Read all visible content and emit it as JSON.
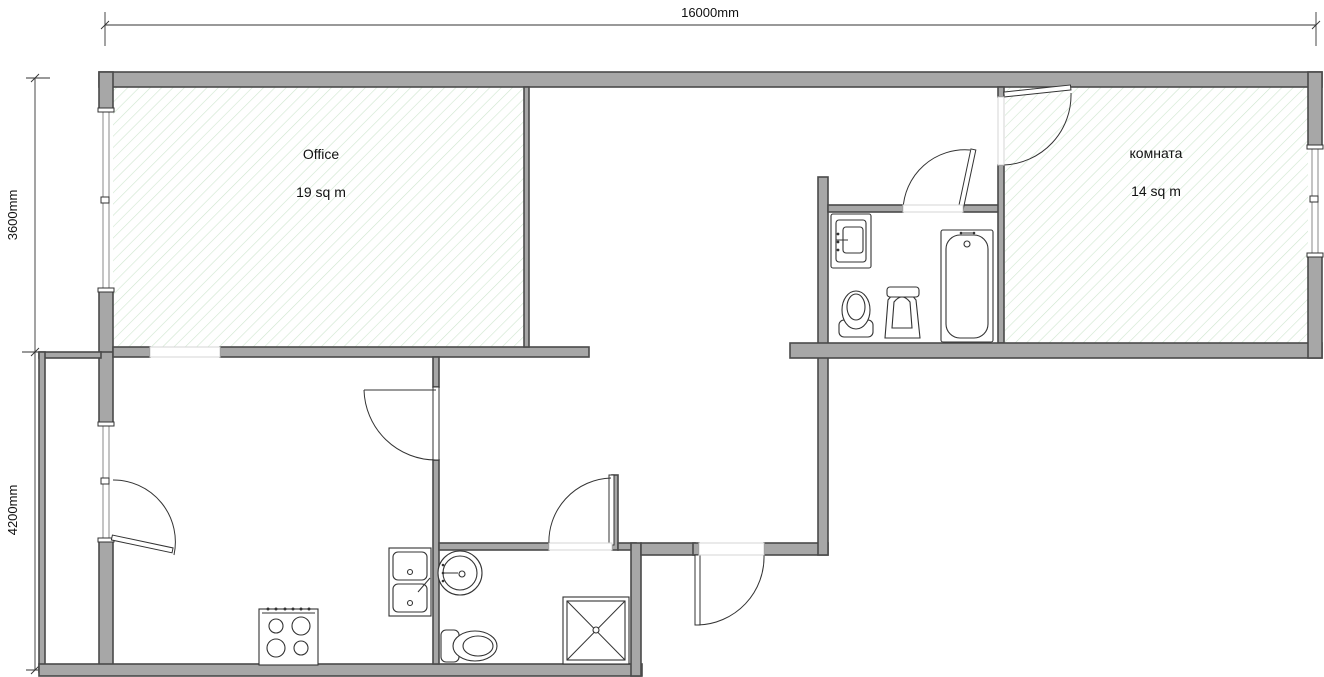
{
  "dimensions": {
    "top": "16000mm",
    "left_upper": "3600mm",
    "left_lower": "4200mm"
  },
  "rooms": [
    {
      "id": "office",
      "label": "Office",
      "area": "19 sq m"
    },
    {
      "id": "komnata",
      "label": "комната",
      "area": "14 sq m"
    }
  ],
  "fixtures": [
    "sink",
    "bathtub",
    "toilet",
    "bidet",
    "double-sink",
    "stove",
    "shower-tray"
  ],
  "colors": {
    "wall_fill": "#a7a7a7",
    "wall_stroke": "#4a4a4a",
    "hatch": "#cfe6cf"
  }
}
